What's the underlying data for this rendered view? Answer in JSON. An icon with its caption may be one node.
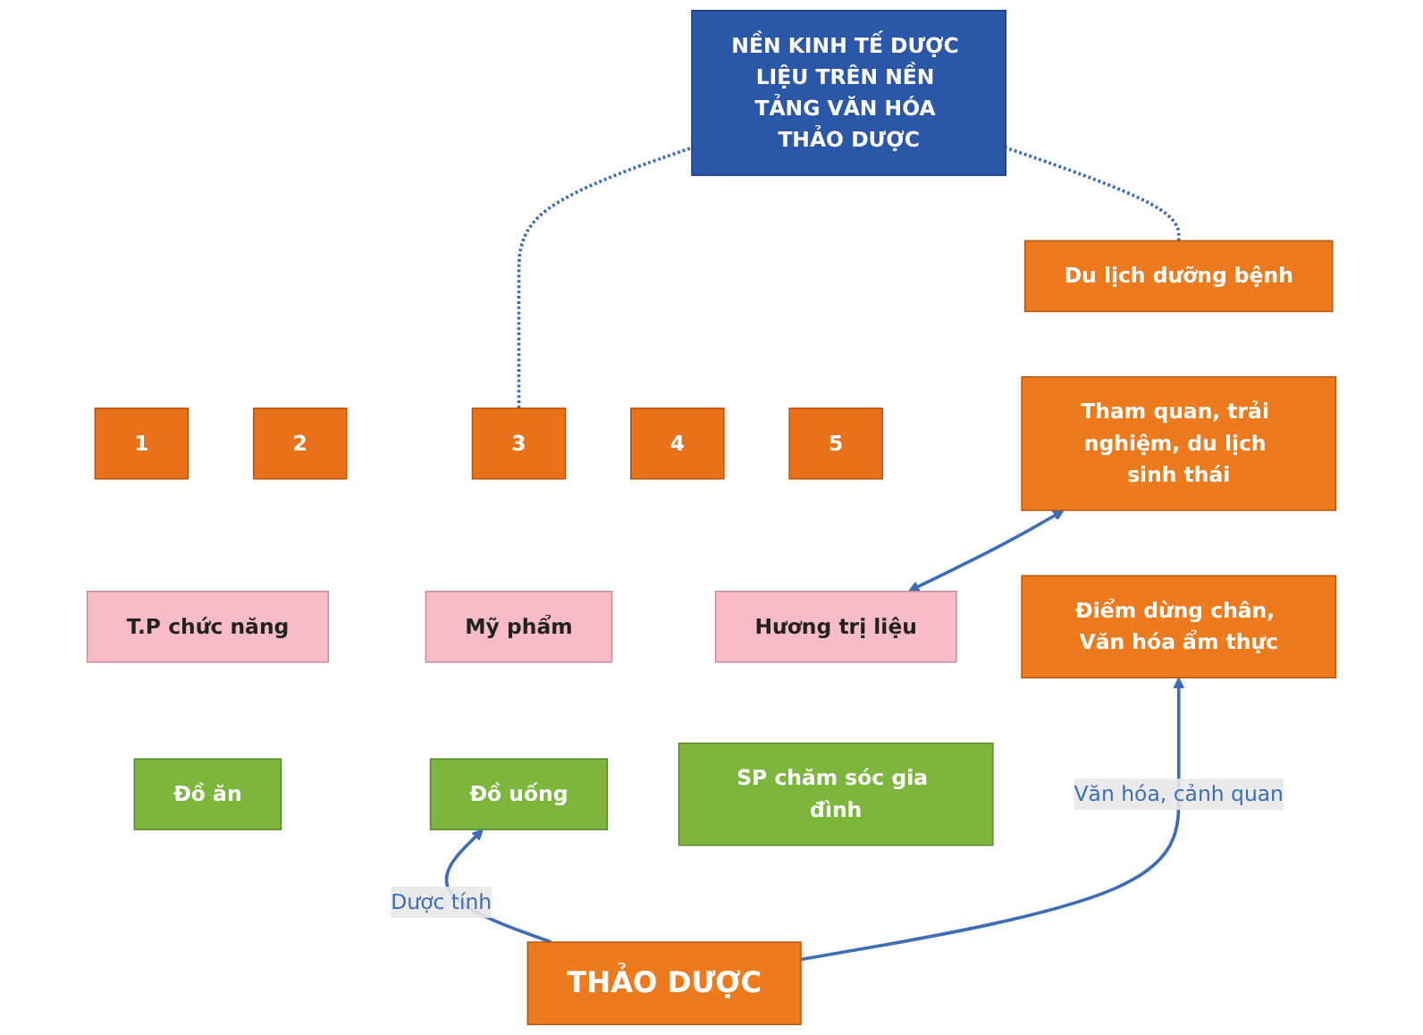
{
  "diagram": {
    "nodes": [
      {
        "text": [
          "NỀN KINH TẾ DƯỢC LIỆU TRÊN NỀN TẢNG VĂN HÓA THẢO DƯỢC"
        ]
      },
      {
        "text": [
          "1"
        ]
      },
      {
        "text": [
          "2"
        ]
      },
      {
        "text": [
          "3"
        ]
      },
      {
        "text": [
          "4"
        ]
      },
      {
        "text": [
          "5"
        ]
      },
      {
        "text": [
          "T.P chức năng"
        ]
      },
      {
        "text": [
          "Mỹ phẩm"
        ]
      },
      {
        "text": [
          "Hương trị liệu"
        ]
      },
      {
        "text": [
          "Đồ ăn"
        ]
      },
      {
        "text": [
          "Đồ uống"
        ]
      },
      {
        "text": [
          "SP chăm sóc gia đình"
        ]
      },
      {
        "text": [
          "Du lịch dưỡng bệnh"
        ]
      },
      {
        "text": [
          "Tham quan, trải nghiệm, du lịch sinh thái"
        ]
      },
      {
        "text": [
          "Điểm dừng chân, Văn hóa ẩm thực"
        ]
      },
      {
        "text": [
          "THẢO DƯỢC"
        ]
      }
    ],
    "edges": [
      {
        "from": 0,
        "to": 3,
        "arrow": "none",
        "style": "dashed"
      },
      {
        "from": 0,
        "to": 12,
        "arrow": "none",
        "style": "dashed"
      },
      {
        "from": 8,
        "to": 13,
        "arrow": "both"
      },
      {
        "from": 15,
        "to": 10,
        "label": "Dược tính",
        "arrow": "to"
      },
      {
        "from": 15,
        "to": 14,
        "label": "Văn hóa, cảnh quan",
        "arrow": "to"
      }
    ]
  }
}
